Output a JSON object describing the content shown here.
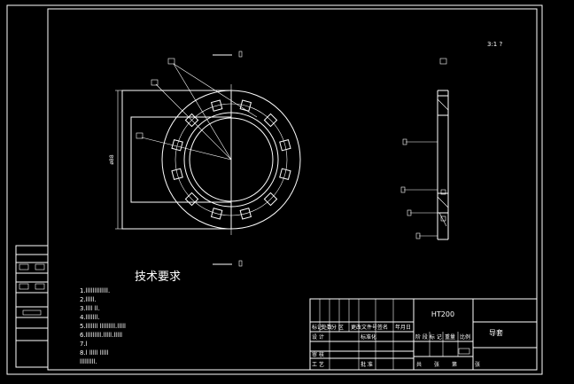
{
  "drawing": {
    "scale_note": "3:1 ?",
    "tech_title": "技术要求",
    "tech_lines": [
      "1.lllllllllllll.",
      "2.lllll.",
      "3.llll ll.",
      "4.lllllll.",
      "5.lllllll lllllllll.lllll",
      "6.lllllllll.lllll.lllll",
      "7.l",
      "8.l lllll lllll",
      "lllllllll."
    ],
    "dim_left": "ø88"
  },
  "title_block": {
    "material": "HT200",
    "part_name": "导套",
    "row_header": [
      "标记",
      "处数",
      "分 区",
      "更改文件号",
      "签名",
      "年月日"
    ],
    "design_row": [
      "设 计",
      "",
      "标准化"
    ],
    "stage_headers": [
      "阶 段 标 记",
      "重量",
      "比例"
    ],
    "review_row": [
      "审 核"
    ],
    "process_row": [
      "工 艺",
      "",
      "批 准"
    ],
    "sheet_row": [
      "共",
      "张",
      "第",
      "张"
    ]
  }
}
